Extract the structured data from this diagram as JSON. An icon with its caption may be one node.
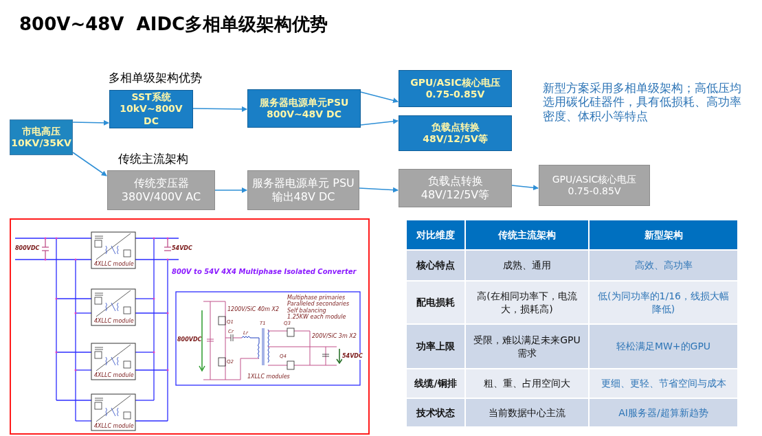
{
  "diagram": {
    "title": "800V~48V  AIDC多相单级架构优势",
    "nodes": [
      {
        "text": [
          "市电高压 10KV/35KV"
        ]
      },
      {
        "text": [
          "SST系统 10kV~800V DC"
        ],
        "beside": [
          "多相单级架构优势"
        ]
      },
      {
        "text": [
          "服务器电源单元PSU 800V~48V DC"
        ]
      },
      {
        "text": [
          "GPU/ASIC核心电压 0.75-0.85V"
        ]
      },
      {
        "text": [
          "负载点转换 48V/12/5V等"
        ]
      },
      {
        "text": [
          "传统变压器 380V/400V AC"
        ],
        "beside": [
          "传统主流架构"
        ]
      },
      {
        "text": [
          "服务器电源单元 PSU 输出48V DC"
        ]
      },
      {
        "text": [
          "负载点转换 48V/12/5V等"
        ]
      },
      {
        "text": [
          "GPU/ASIC核心电压 0.75-0.85V"
        ]
      }
    ],
    "edges": [
      {
        "from": 0,
        "to": 1,
        "arrow": "to"
      },
      {
        "from": 1,
        "to": 2,
        "arrow": "to"
      },
      {
        "from": 2,
        "to": 3,
        "arrow": "to"
      },
      {
        "from": 2,
        "to": 4,
        "arrow": "to"
      },
      {
        "from": 0,
        "to": 5,
        "arrow": "to"
      },
      {
        "from": 5,
        "to": 6,
        "arrow": "to"
      },
      {
        "from": 6,
        "to": 7,
        "arrow": "to"
      },
      {
        "from": 7,
        "to": 8,
        "arrow": "to"
      }
    ],
    "labels": [
      "新型方案采用多相单级架构；高低压均选用碳化硅器件，具有低损耗、高功率密度、体积小等特点",
      "800VDC",
      "54VDC",
      "4XLLC module",
      "800V to 54V 4X4 Multiphase Isolated Converter",
      "Multiphase primaries",
      "Paralleled secondaries",
      "1200V/SiC 40m X2",
      "Self balancing",
      "1.25KW each module",
      "4XLLC module",
      "Q1",
      "T1",
      "Q3",
      "Cr",
      "Lr",
      "200V/SiC 3m X2",
      "800VDC",
      "Q4",
      "54VDC",
      "Q2",
      "4XLLC module",
      "1XLLC modules",
      "4XLLC module",
      "对比维度",
      "传统主流架构",
      "新型架构",
      "核心特点",
      "成熟、通用",
      "高效、高功率",
      "配电损耗",
      "高(在相同功率下，电流大，损耗高)",
      "低(为同功率的1/16，线损大幅降低)",
      "功率上限",
      "受限，难以满足未来GPU需求",
      "轻松满足MW+的GPU",
      "线缆/铜排",
      "粗、重、占用空间大",
      "更细、更轻、节省空间与成本",
      "技术状态",
      "当前数据中心主流",
      "AI服务器/超算新趋势"
    ]
  }
}
